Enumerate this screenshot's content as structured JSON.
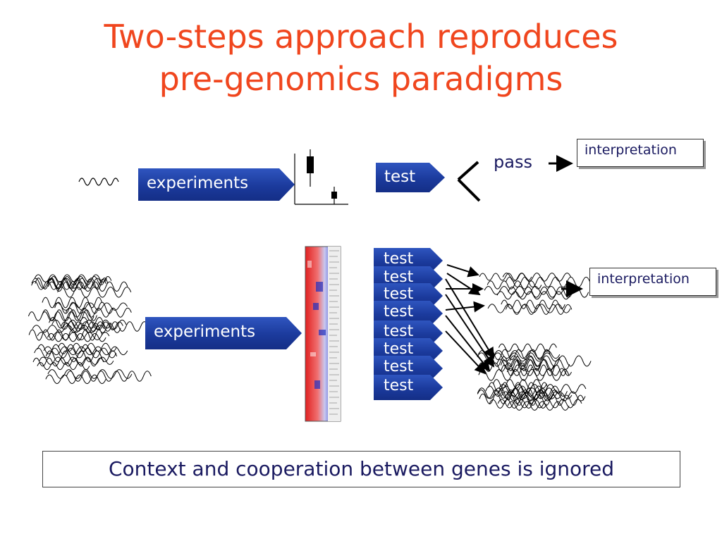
{
  "title": {
    "line1": "Two-steps approach reproduces",
    "line2": "pre-genomics paradigms"
  },
  "top_row": {
    "experiments_label": "experiments",
    "test_label": "test",
    "pass_label": "pass",
    "interpretation_label": "interpretation"
  },
  "bottom_row": {
    "experiments_label": "experiments",
    "test_labels": [
      "test",
      "test",
      "test",
      "test",
      "test",
      "test",
      "test",
      "test"
    ],
    "interpretation_label": "interpretation"
  },
  "footer": {
    "text": "Context and cooperation between genes is ignored"
  },
  "colors": {
    "title": "#f0461e",
    "box_blue": "#1b3a9c",
    "text_navy": "#1a1a60"
  }
}
